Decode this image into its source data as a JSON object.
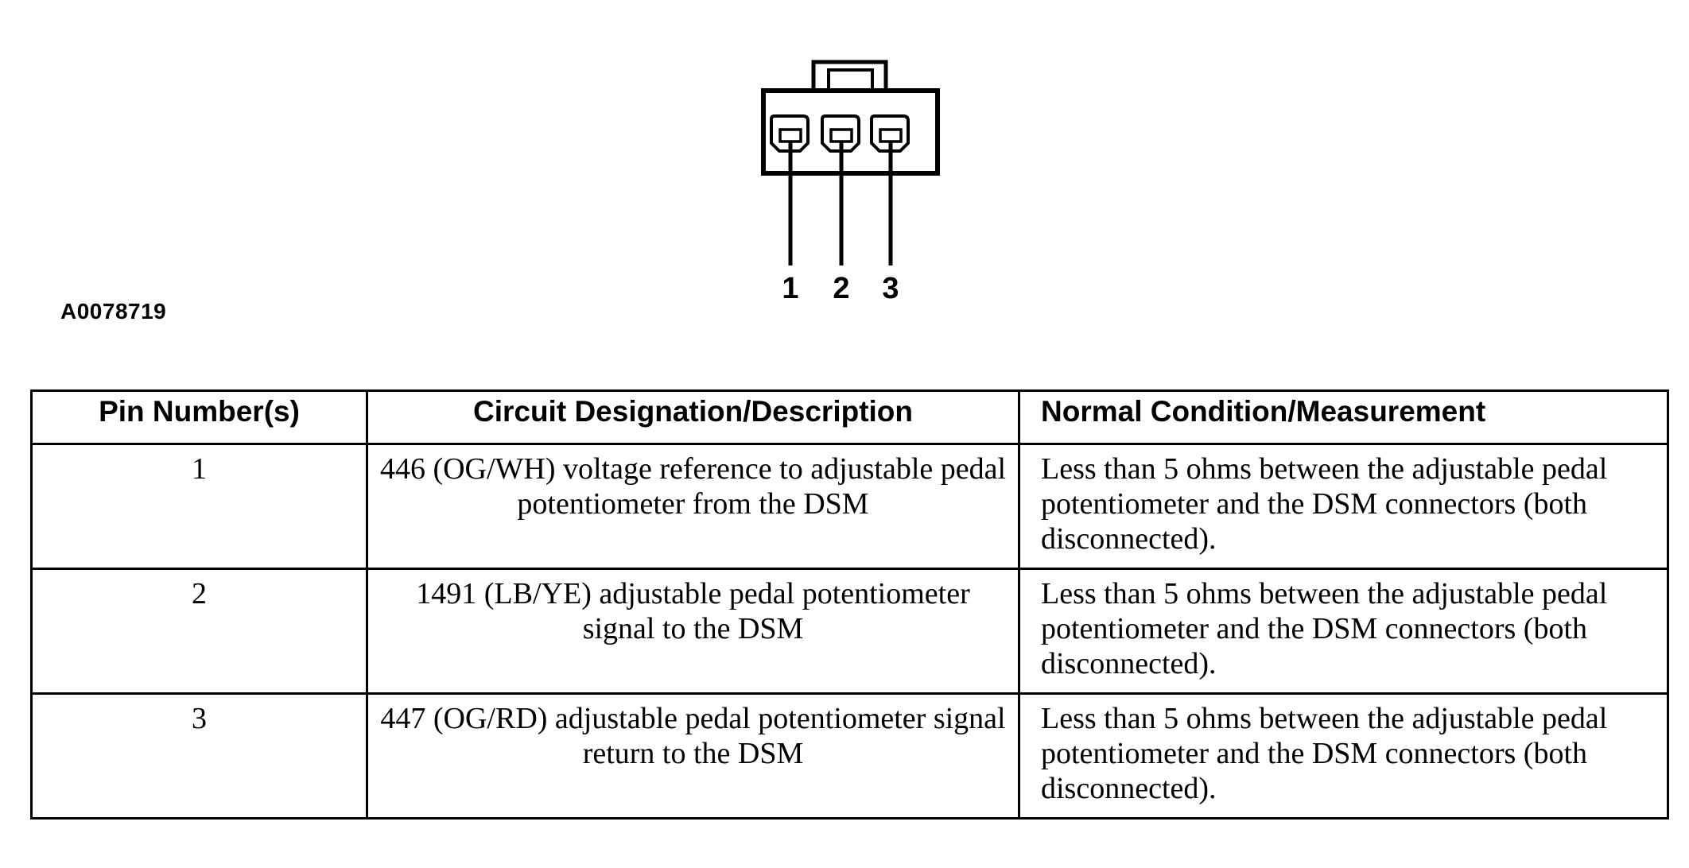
{
  "figure": {
    "code": "A0078719",
    "pin_labels": [
      "1",
      "2",
      "3"
    ]
  },
  "table": {
    "headers": [
      "Pin Number(s)",
      "Circuit Designation/Description",
      "Normal Condition/Measurement"
    ],
    "rows": [
      {
        "pin": "1",
        "circuit": "446 (OG/WH) voltage reference to adjustable pedal potentiometer from the DSM",
        "measurement": "Less than 5 ohms between the adjustable pedal potentiometer and the DSM connectors (both disconnected)."
      },
      {
        "pin": "2",
        "circuit": "1491 (LB/YE) adjustable pedal potentiometer signal to the DSM",
        "measurement": "Less than 5 ohms between the adjustable pedal potentiometer and the DSM connectors (both disconnected)."
      },
      {
        "pin": "3",
        "circuit": "447 (OG/RD) adjustable pedal potentiometer signal return to the DSM",
        "measurement": "Less than 5 ohms between the adjustable pedal potentiometer and the DSM connectors (both disconnected)."
      }
    ]
  }
}
